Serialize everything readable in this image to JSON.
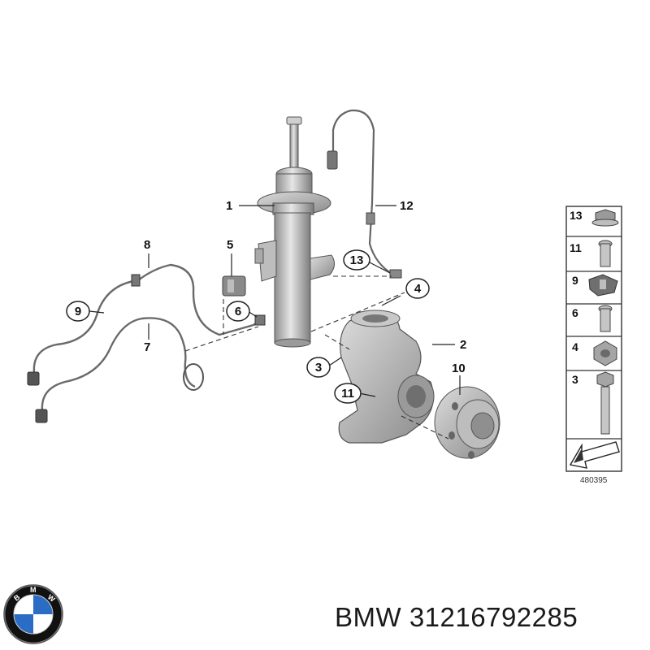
{
  "callouts": {
    "c1": "1",
    "c2": "2",
    "c3": "3",
    "c4": "4",
    "c5": "5",
    "c6": "6",
    "c7": "7",
    "c8": "8",
    "c9": "9",
    "c10": "10",
    "c11": "11",
    "c12": "12",
    "c13": "13"
  },
  "legend": {
    "items": [
      "13",
      "11",
      "9",
      "6",
      "4",
      "3"
    ]
  },
  "diagram_number": "480395",
  "caption": {
    "brand": "BMW",
    "part_number": "31216792285"
  },
  "logo": {
    "text": "BMW",
    "colors": {
      "blue": "#2b6cc4",
      "white": "#ffffff",
      "ring": "#111111"
    }
  }
}
